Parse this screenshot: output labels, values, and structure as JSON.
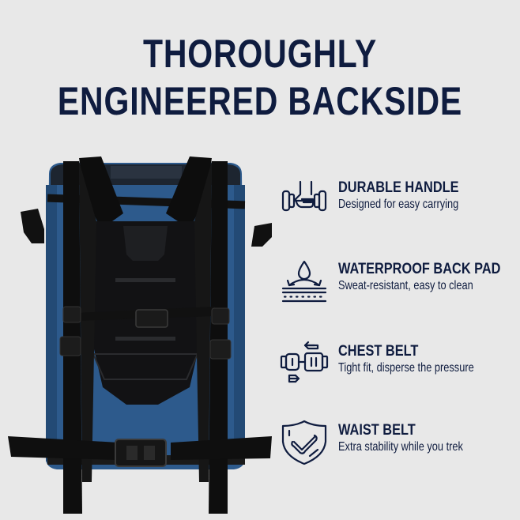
{
  "headline": {
    "line1": "THOROUGHLY",
    "line2": "ENGINEERED BACKSIDE"
  },
  "product": {
    "name": "backpack-cooler-back-view",
    "body_color": "#2d5a8c",
    "strap_color": "#111111"
  },
  "features": [
    {
      "icon": "hand-holding-handle-icon",
      "title": "DURABLE HANDLE",
      "description": "Designed for easy carrying"
    },
    {
      "icon": "waterdrop-layers-icon",
      "title": "WATERPROOF BACK PAD",
      "description": "Sweat-resistant, easy to clean"
    },
    {
      "icon": "buckle-arrows-icon",
      "title": "CHEST BELT",
      "description": "Tight fit, disperse the pressure"
    },
    {
      "icon": "shield-check-icon",
      "title": "WAIST BELT",
      "description": "Extra stability while you trek"
    }
  ],
  "colors": {
    "background": "#e8e8e8",
    "text": "#0f1c3f"
  }
}
